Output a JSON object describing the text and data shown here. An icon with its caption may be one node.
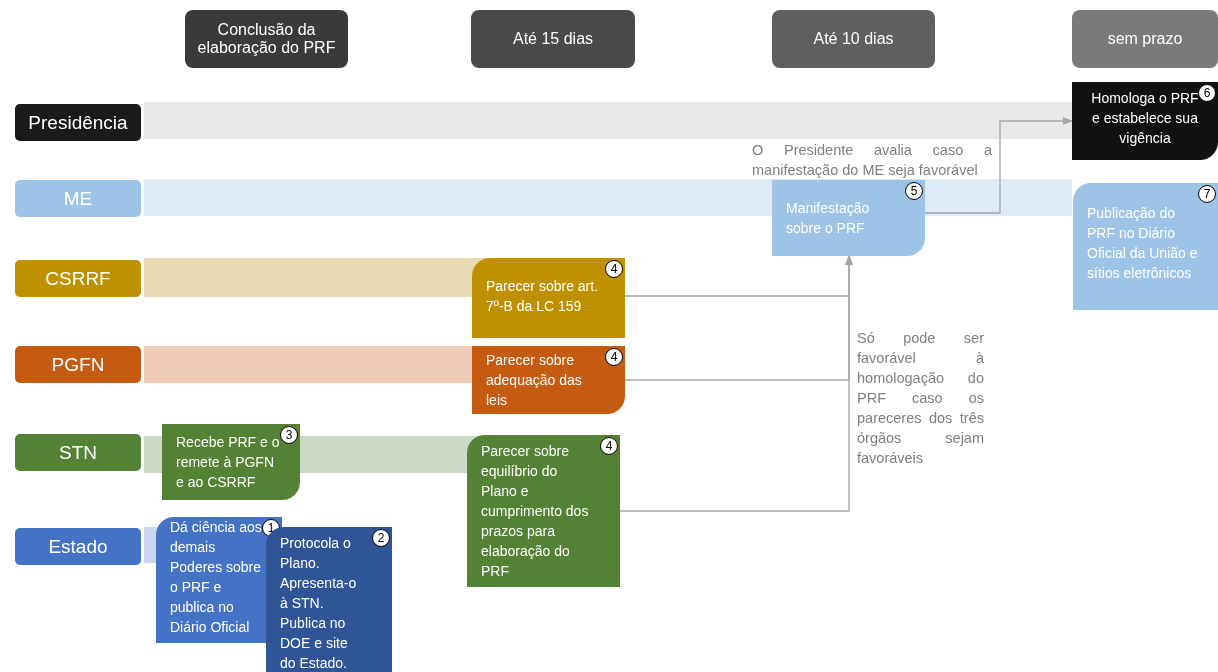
{
  "diagram": {
    "nodes": [
      {
        "text": [
          "Conclusão da elaboração do PRF"
        ]
      },
      {
        "text": [
          "Até 15 dias"
        ]
      },
      {
        "text": [
          "Até 10 dias"
        ]
      },
      {
        "text": [
          "sem prazo"
        ]
      },
      {
        "text": [
          "Presidência"
        ]
      },
      {
        "text": [
          "ME"
        ]
      },
      {
        "text": [
          "CSRRF"
        ]
      },
      {
        "text": [
          "PGFN"
        ]
      },
      {
        "text": [
          "STN"
        ]
      },
      {
        "text": [
          "Estado"
        ]
      },
      {
        "text": [
          "Homologa o PRF e estabelece sua vigência",
          "6"
        ]
      },
      {
        "text": [
          "Manifestação sobre o PRF",
          "5"
        ]
      },
      {
        "text": [
          "Publicação do PRF no Diário Oficial da União e sítios eletrônicos",
          "7"
        ]
      },
      {
        "text": [
          "Parecer sobre art. 7º-B da LC 159",
          "4"
        ]
      },
      {
        "text": [
          "Parecer sobre adequação das leis",
          "4"
        ]
      },
      {
        "text": [
          "Recebe PRF e o remete à PGFN e ao CSRRF",
          "3"
        ]
      },
      {
        "text": [
          "Parecer sobre equilíbrio do Plano e cumprimento dos prazos para elaboração do PRF",
          "4"
        ]
      },
      {
        "text": [
          "Dá ciência aos demais Poderes sobre o PRF e publica no Diário Oficial",
          "1"
        ]
      },
      {
        "text": [
          "Protocola o Plano. Apresenta-o à STN. Publica no DOE e site do Estado.",
          "2"
        ]
      }
    ],
    "edges": [
      {
        "from": 13,
        "to": 11,
        "arrow": "to"
      },
      {
        "from": 14,
        "to": 11,
        "arrow": "to"
      },
      {
        "from": 16,
        "to": 11,
        "arrow": "to"
      },
      {
        "from": 11,
        "to": 10,
        "arrow": "to"
      }
    ],
    "labels": [
      "O Presidente avalia caso a manifestação do ME seja favorável",
      "Só pode ser favorável à homologação do PRF caso os pareceres dos três órgãos sejam favoráveis"
    ]
  }
}
